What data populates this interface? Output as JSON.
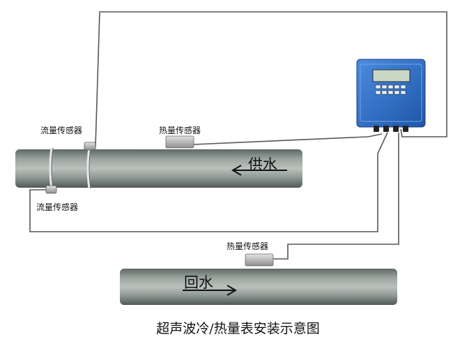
{
  "labels": {
    "flow_sensor_top": "流量传感器",
    "flow_sensor_bottom": "流量传感器",
    "heat_sensor_supply": "热量传感器",
    "heat_sensor_return": "热量传感器"
  },
  "pipes": {
    "supply_label": "供水",
    "return_label": "回水"
  },
  "caption": "超声波冷/热量表安装示意图",
  "colors": {
    "meter_body": "#2f6fc4",
    "pipe": "#8a948f",
    "wire": "#555555"
  }
}
